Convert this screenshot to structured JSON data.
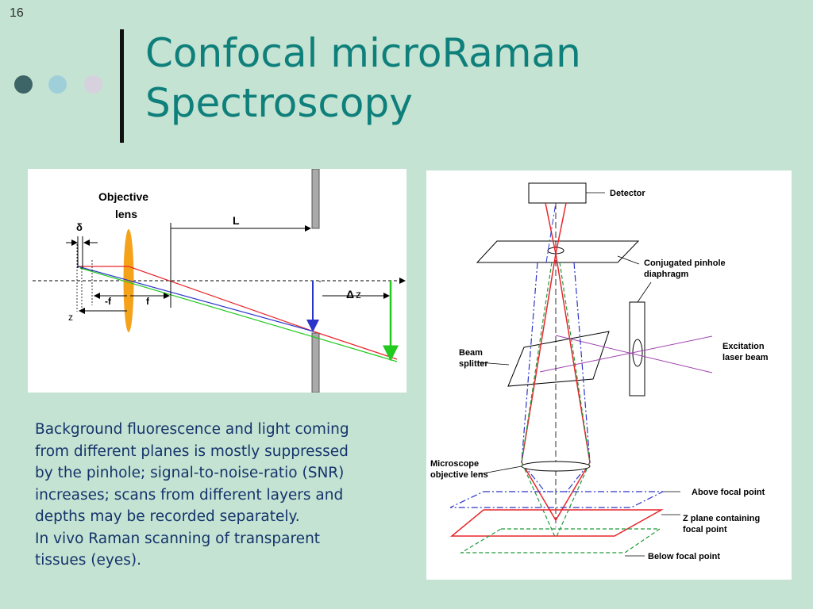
{
  "slide_number": "16",
  "decor": {
    "dot_colors": [
      "#3d6466",
      "#9fd0d9",
      "#d6d1dc"
    ],
    "title_color": "#0e7f7b",
    "text_color": "#14336b"
  },
  "title": {
    "line1": "Confocal microRaman",
    "line2": "Spectroscopy"
  },
  "left_diagram": {
    "objective_lens_line1": "Objective",
    "objective_lens_line2": "lens",
    "delta": "δ",
    "L": "L",
    "delta_z_symbol": "Δ",
    "delta_z_var": "z",
    "neg_f": "-f",
    "f": "f",
    "z": "z",
    "colors": {
      "lens": "#f5a21b",
      "red_ray": "#e8262b",
      "blue_ray": "#2b35c9",
      "green_ray": "#22c91e",
      "plate": "#aaaaaa"
    }
  },
  "right_diagram": {
    "detector": "Detector",
    "pinhole_line1": "Conjugated pinhole",
    "pinhole_line2": "diaphragm",
    "beam_splitter_line1": "Beam",
    "beam_splitter_line2": "splitter",
    "excitation_line1": "Excitation",
    "excitation_line2": "laser beam",
    "objective_line1": "Microscope",
    "objective_line2": "objective lens",
    "above_focal": "Above focal point",
    "zplane_line1": "Z plane containing",
    "zplane_line2": "focal point",
    "below_focal": "Below focal point",
    "colors": {
      "red": "#e8262b",
      "blue": "#2b35c9",
      "green": "#229a3b",
      "purple": "#a040b0"
    }
  },
  "body_text": {
    "line1": "Background fluorescence and light coming",
    "line2": "from different planes is mostly suppressed",
    "line3": "by the pinhole; signal-to-noise-ratio (SNR)",
    "line4": "increases; scans from different layers and",
    "line5": "depths may be recorded separately.",
    "line6": "In vivo Raman scanning of transparent",
    "line7": "tissues (eyes)."
  }
}
